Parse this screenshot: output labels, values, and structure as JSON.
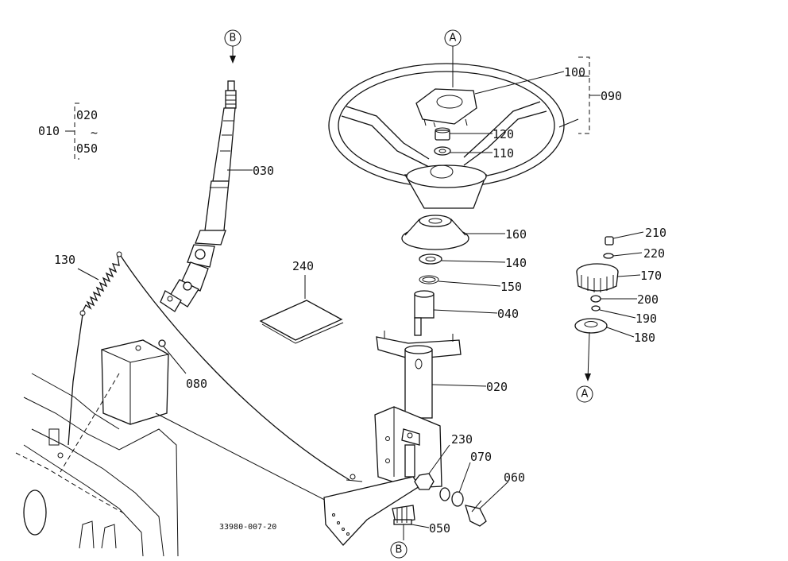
{
  "figure_code": "33980-007-20",
  "callouts": {
    "ref_a_top": "A",
    "ref_a_bottom": "A",
    "ref_b_top": "B",
    "ref_b_bottom": "B"
  },
  "parts": {
    "p010": "010",
    "p020_range_start": "020",
    "p050_range_end": "050",
    "p030": "030",
    "p130": "130",
    "p080": "080",
    "p240": "240",
    "p100": "100",
    "p090": "090",
    "p120": "120",
    "p110": "110",
    "p160": "160",
    "p140": "140",
    "p150": "150",
    "p040": "040",
    "p020": "020",
    "p230": "230",
    "p070": "070",
    "p060": "060",
    "p050": "050",
    "p210": "210",
    "p220": "220",
    "p170": "170",
    "p200": "200",
    "p190": "190",
    "p180": "180"
  }
}
